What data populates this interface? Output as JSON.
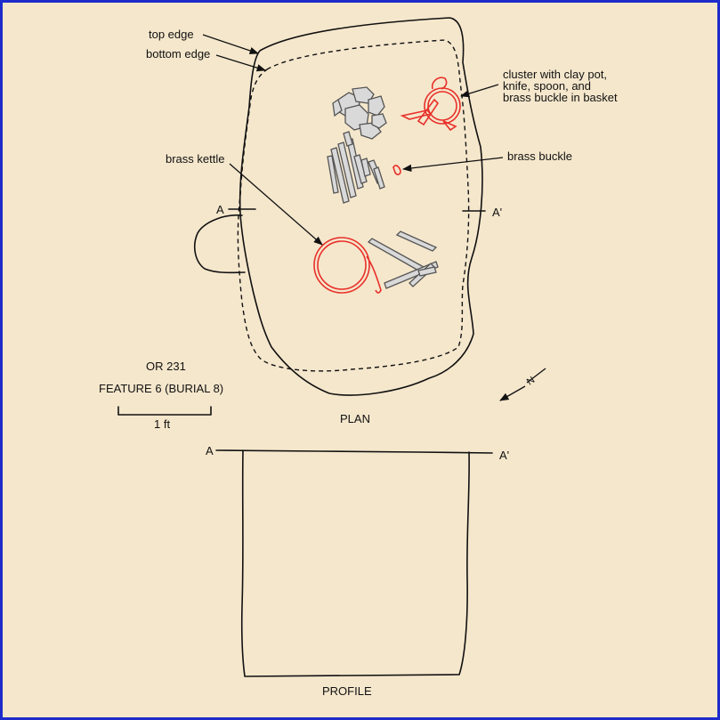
{
  "labels": {
    "top_edge": "top edge",
    "bottom_edge": "bottom edge",
    "cluster_line1": "cluster with clay pot,",
    "cluster_line2": "knife, spoon, and",
    "cluster_line3": "brass buckle in basket",
    "brass_buckle": "brass buckle",
    "brass_kettle": "brass kettle",
    "section_a": "A",
    "section_a_prime": "A'",
    "site": "OR 231",
    "feature": "FEATURE 6 (BURIAL 8)",
    "scale": "1 ft",
    "plan": "PLAN",
    "profile": "PROFILE",
    "north": "N"
  },
  "colors": {
    "frame": "#1f2ccc",
    "background": "#f5e7cc",
    "artifact": "#e8302a",
    "bone": "#d9d9d9"
  }
}
